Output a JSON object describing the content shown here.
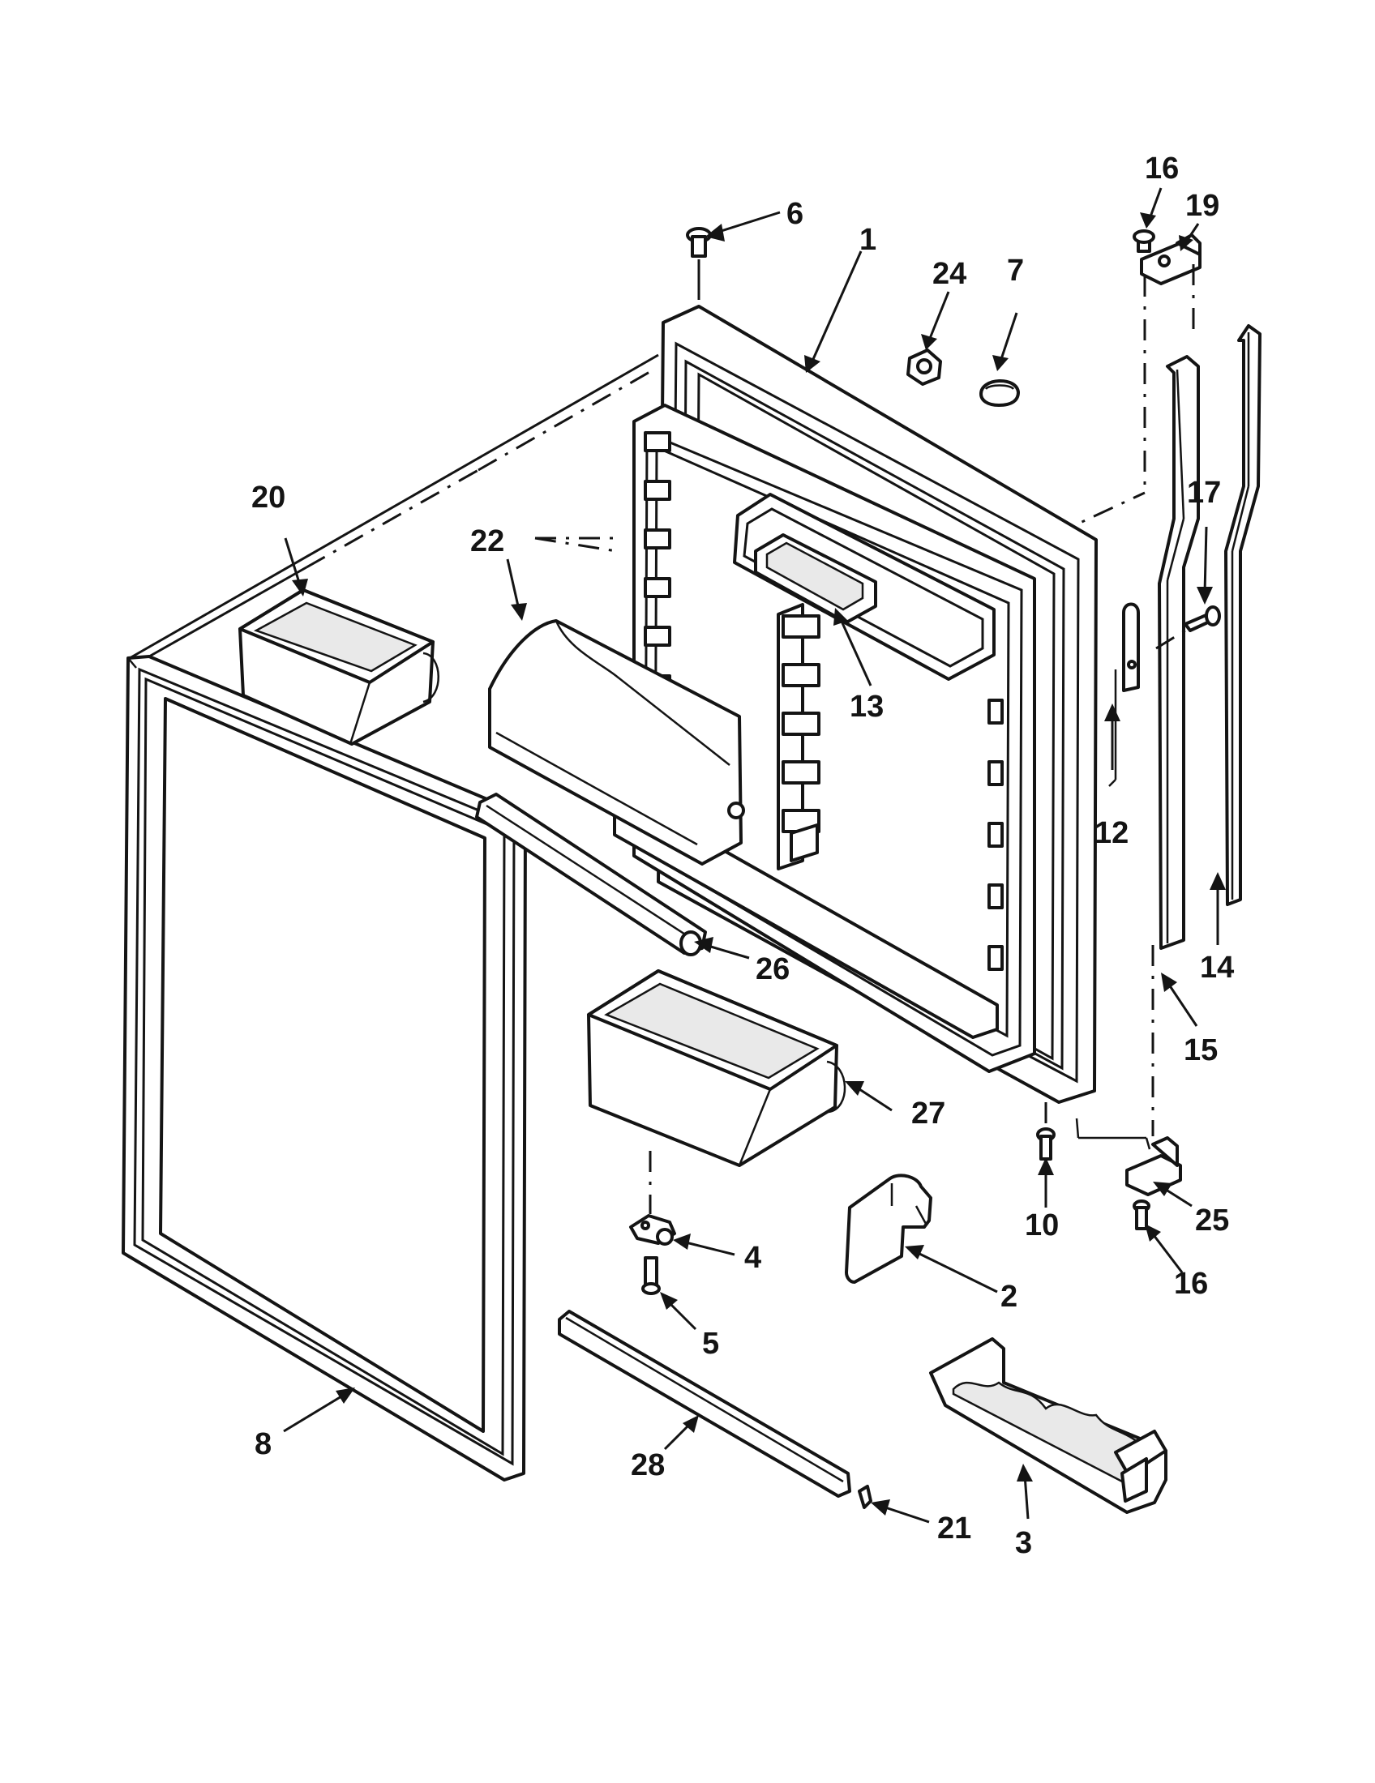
{
  "diagram": {
    "type": "exploded parts diagram",
    "callouts": [
      "1",
      "2",
      "3",
      "4",
      "5",
      "6",
      "7",
      "8",
      "10",
      "12",
      "13",
      "14",
      "15",
      "16",
      "16",
      "17",
      "19",
      "20",
      "21",
      "22",
      "24",
      "25",
      "26",
      "27",
      "28"
    ]
  }
}
